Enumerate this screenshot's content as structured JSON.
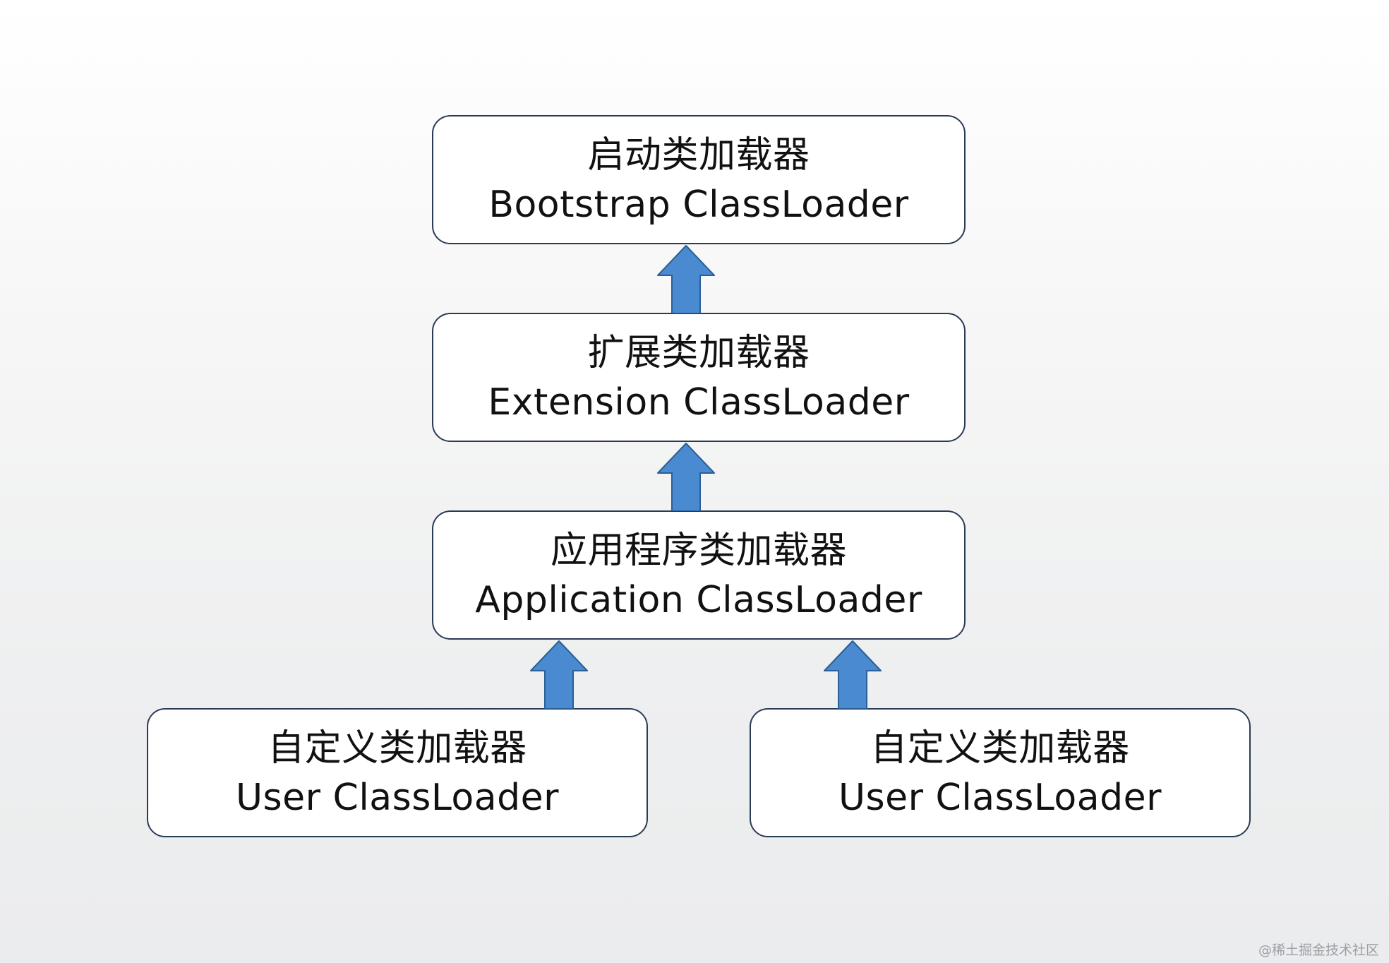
{
  "diagram": {
    "nodes": {
      "bootstrap": {
        "zh": "启动类加载器",
        "en": "Bootstrap ClassLoader"
      },
      "extension": {
        "zh": "扩展类加载器",
        "en": "Extension ClassLoader"
      },
      "application": {
        "zh": "应用程序类加载器",
        "en": "Application ClassLoader"
      },
      "user_1": {
        "zh": "自定义类加载器",
        "en": "User ClassLoader"
      },
      "user_2": {
        "zh": "自定义类加载器",
        "en": "User ClassLoader"
      }
    },
    "edges": [
      {
        "from": "extension",
        "to": "bootstrap"
      },
      {
        "from": "application",
        "to": "extension"
      },
      {
        "from": "user_1",
        "to": "application"
      },
      {
        "from": "user_2",
        "to": "application"
      }
    ],
    "colors": {
      "arrow_fill": "#4a8ad0",
      "arrow_stroke": "#2b5f96",
      "box_border": "#2a3b55",
      "box_fill": "#ffffff",
      "text": "#111111"
    }
  },
  "watermark": "@稀土掘金技术社区"
}
